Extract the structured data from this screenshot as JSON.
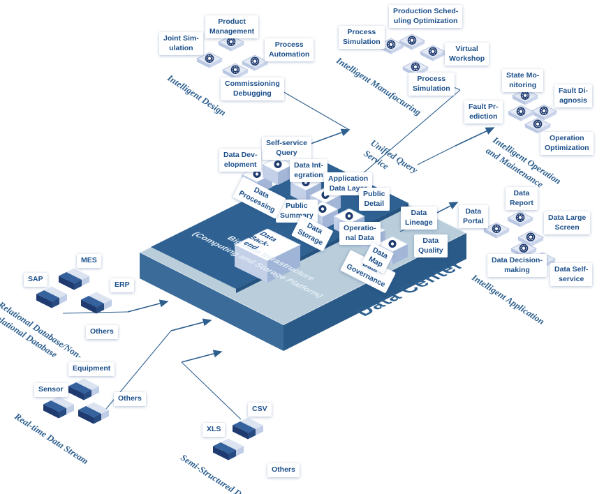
{
  "colors": {
    "primary_text": "#1c4f8a",
    "accent": "#2d5f8e",
    "platform_top": "#b9cdda",
    "platform_band": "#2f6292",
    "icon_navy": "#1e3a6e",
    "tag_background": "#ffffff"
  },
  "platform": {
    "title": "Data Center",
    "subtitle": "Big Data Infrastructure\n(Computing and Storage Platform)",
    "tags": {
      "self_service_query": "Self-service\nQuery",
      "data_development": "Data Dev-\nelopment",
      "data_integration": "Data Int-\negration",
      "application_data_layer": "Application\nData Layer",
      "public_summary": "Public\nSummary",
      "public_detail": "Public\nDetail",
      "operational_data": "Operatio-\nnal Data",
      "data_lineage": "Data\nLineage",
      "data_quality": "Data\nQuality",
      "data_processing": "Data\nProcessing",
      "data_storage": "Data\nStorage",
      "data_governance": "Data\nGovernance",
      "data_map": "Data\nMap",
      "data_backend": "Data\nBack-\nend"
    }
  },
  "clusters": {
    "design": {
      "category": "Intelligent Design",
      "items": [
        "Joint Sim-\nulation",
        "Product\nManagement",
        "Process\nAutomation",
        "Commissioning\nDebugging"
      ]
    },
    "manufacturing": {
      "category": "Intelligent Manufacturing",
      "items": [
        "Process\nSimulation",
        "Production Sched-\nuling Optimization",
        "Virtual\nWorkshop",
        "Process\nSimulation"
      ]
    },
    "operation": {
      "category": "Intelligent Operation\nand Maintenance",
      "items": [
        "State Mo-\nnitoring",
        "Fault Di-\nagnosis",
        "Fault Pr-\nediction",
        "Operation\nOptimization"
      ]
    },
    "application": {
      "category": "Intelligent Application",
      "items": [
        "Data\nReport",
        "Data Large\nScreen",
        "Data\nPortal",
        "Data Decision-\nmaking",
        "Data Self-\nservice"
      ]
    },
    "relational": {
      "category": "Relational Database/Non-\nRelational Database",
      "items": [
        "SAP",
        "MES",
        "ERP",
        "Others"
      ]
    },
    "realtime": {
      "category": "Real-time Data Stream",
      "items": [
        "Equipment",
        "Sensor",
        "Others"
      ]
    },
    "semistructured": {
      "category": "Semi-Structured Data",
      "items": [
        "XLS",
        "CSV",
        "Others"
      ]
    },
    "unified_query": {
      "category": "Unified Query\nService"
    }
  }
}
